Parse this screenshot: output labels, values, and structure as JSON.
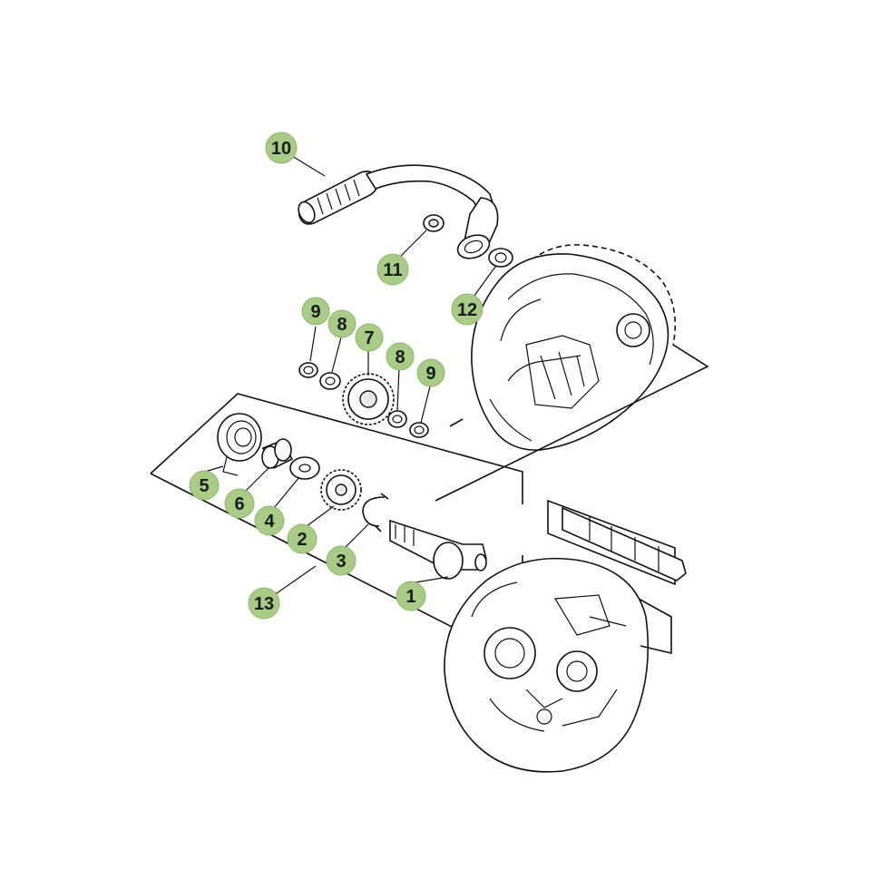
{
  "diagram": {
    "callouts": [
      {
        "id": "c10",
        "label": "10"
      },
      {
        "id": "c11",
        "label": "11"
      },
      {
        "id": "c12",
        "label": "12"
      },
      {
        "id": "c9a",
        "label": "9"
      },
      {
        "id": "c8a",
        "label": "8"
      },
      {
        "id": "c7",
        "label": "7"
      },
      {
        "id": "c8b",
        "label": "8"
      },
      {
        "id": "c9b",
        "label": "9"
      },
      {
        "id": "c5",
        "label": "5"
      },
      {
        "id": "c6",
        "label": "6"
      },
      {
        "id": "c4",
        "label": "4"
      },
      {
        "id": "c2",
        "label": "2"
      },
      {
        "id": "c3",
        "label": "3"
      },
      {
        "id": "c1",
        "label": "1"
      },
      {
        "id": "c13",
        "label": "13"
      }
    ],
    "colors": {
      "badge_fill": "#a8cc86",
      "line": "#111111",
      "background": "#ffffff"
    }
  }
}
